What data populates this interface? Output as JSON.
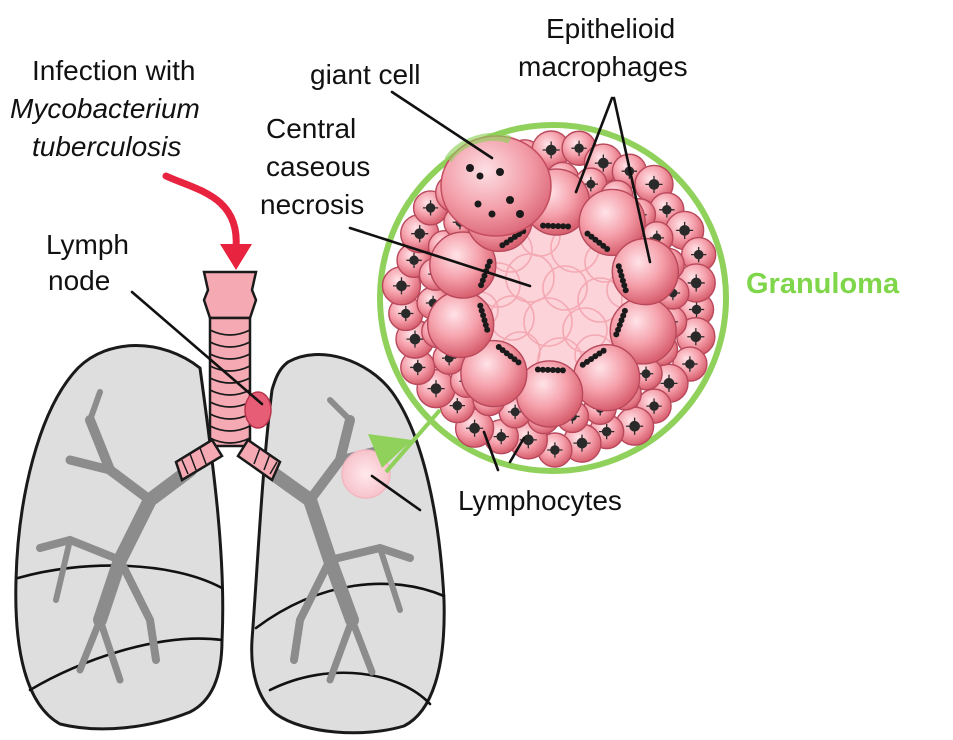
{
  "labels": {
    "infection_line1": "Infection with",
    "infection_line2": "Mycobacterium",
    "infection_line3": "tuberculosis",
    "lymph_line1": "Lymph",
    "lymph_line2": "node",
    "giant_cell": "giant cell",
    "central_line1": "Central",
    "central_line2": "caseous",
    "central_line3": "necrosis",
    "epithelioid_line1": "Epithelioid",
    "epithelioid_line2": "macrophages",
    "granuloma": "Granuloma",
    "lymphocytes": "Lymphocytes"
  },
  "colors": {
    "infection_arrow": "#e8233f",
    "granuloma_ring": "#8fd15a",
    "granuloma_label": "#7fd64a",
    "lung_fill": "#dedede",
    "bronchi": "#8c8c8c",
    "cell_fill": "#f5a0ab",
    "necrosis_fill": "#fbd3d9",
    "trachea_fill": "#f4a9b3",
    "lymph_node": "#e65d75"
  }
}
